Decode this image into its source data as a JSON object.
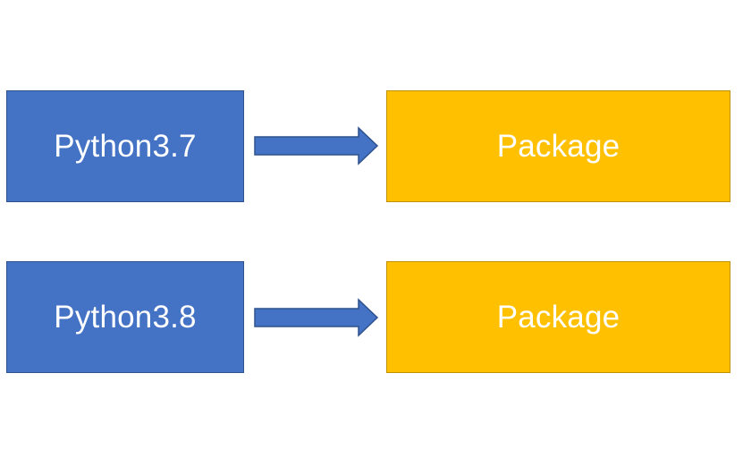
{
  "rows": [
    {
      "source_label": "Python3.7",
      "target_label": "Package"
    },
    {
      "source_label": "Python3.8",
      "target_label": "Package"
    }
  ],
  "colors": {
    "python_fill": "#4472c4",
    "python_border": "#2f528f",
    "package_fill": "#ffc000",
    "package_border": "#bf9000",
    "arrow_fill": "#4472c4",
    "arrow_border": "#2f528f",
    "text": "#ffffff"
  }
}
